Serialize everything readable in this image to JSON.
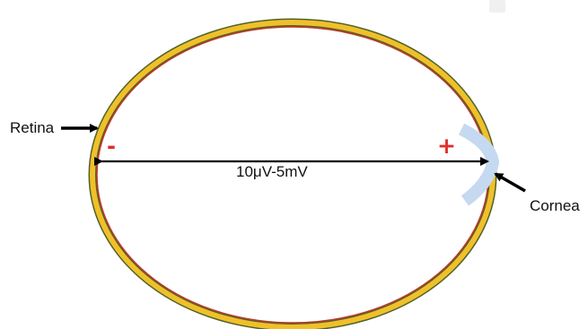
{
  "labels": {
    "retina": "Retina",
    "cornea": "Cornea",
    "potential": "10μV-5mV",
    "negative_pole": "-",
    "positive_pole": "+"
  },
  "colors": {
    "outer_ring": "#4f6228",
    "middle_ring": "#f0c02a",
    "inner_ring": "#c0392b",
    "cornea": "#c5d9f1",
    "pole_sign": "#e0302a",
    "arrow": "#000000"
  }
}
